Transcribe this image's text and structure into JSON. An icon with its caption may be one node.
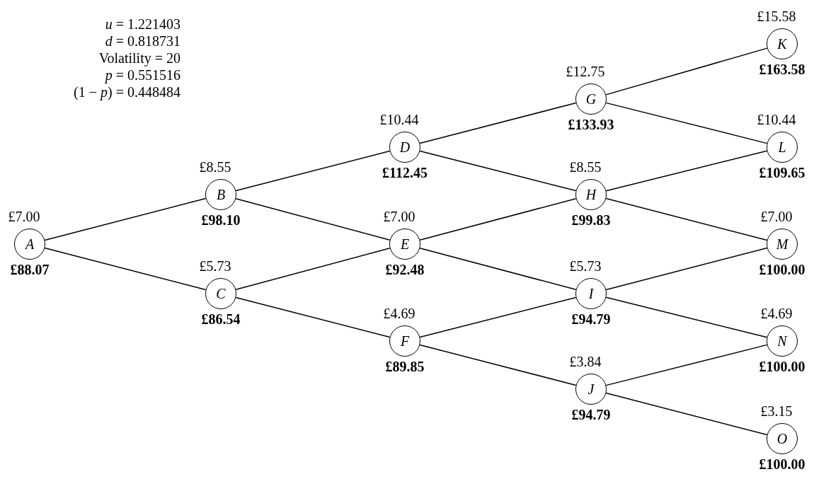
{
  "diagram": {
    "nodes": [
      {
        "text": [
          "A"
        ],
        "beside": [
          "£7.00",
          "£88.07"
        ]
      },
      {
        "text": [
          "B"
        ],
        "beside": [
          "£8.55",
          "£98.10"
        ]
      },
      {
        "text": [
          "C"
        ],
        "beside": [
          "£5.73",
          "£86.54"
        ]
      },
      {
        "text": [
          "D"
        ],
        "beside": [
          "£10.44",
          "£112.45"
        ]
      },
      {
        "text": [
          "E"
        ],
        "beside": [
          "£7.00",
          "£92.48"
        ]
      },
      {
        "text": [
          "F"
        ],
        "beside": [
          "£4.69",
          "£89.85"
        ]
      },
      {
        "text": [
          "G"
        ],
        "beside": [
          "£12.75",
          "£133.93"
        ]
      },
      {
        "text": [
          "H"
        ],
        "beside": [
          "£8.55",
          "£99.83"
        ]
      },
      {
        "text": [
          "I"
        ],
        "beside": [
          "£5.73",
          "£94.79"
        ]
      },
      {
        "text": [
          "J"
        ],
        "beside": [
          "£3.84",
          "£94.79"
        ]
      },
      {
        "text": [
          "K"
        ],
        "beside": [
          "£15.58",
          "£163.58"
        ]
      },
      {
        "text": [
          "L"
        ],
        "beside": [
          "£10.44",
          "£109.65"
        ]
      },
      {
        "text": [
          "M"
        ],
        "beside": [
          "£7.00",
          "£100.00"
        ]
      },
      {
        "text": [
          "N"
        ],
        "beside": [
          "£4.69",
          "£100.00"
        ]
      },
      {
        "text": [
          "O"
        ],
        "beside": [
          "£3.15",
          "£100.00"
        ]
      }
    ],
    "edges": [
      {
        "from": 0,
        "to": 1,
        "arrow": "none"
      },
      {
        "from": 0,
        "to": 2,
        "arrow": "none"
      },
      {
        "from": 1,
        "to": 3,
        "arrow": "none"
      },
      {
        "from": 1,
        "to": 4,
        "arrow": "none"
      },
      {
        "from": 2,
        "to": 4,
        "arrow": "none"
      },
      {
        "from": 2,
        "to": 5,
        "arrow": "none"
      },
      {
        "from": 3,
        "to": 6,
        "arrow": "none"
      },
      {
        "from": 3,
        "to": 7,
        "arrow": "none"
      },
      {
        "from": 4,
        "to": 7,
        "arrow": "none"
      },
      {
        "from": 4,
        "to": 8,
        "arrow": "none"
      },
      {
        "from": 5,
        "to": 8,
        "arrow": "none"
      },
      {
        "from": 5,
        "to": 9,
        "arrow": "none"
      },
      {
        "from": 6,
        "to": 10,
        "arrow": "none"
      },
      {
        "from": 6,
        "to": 11,
        "arrow": "none"
      },
      {
        "from": 7,
        "to": 11,
        "arrow": "none"
      },
      {
        "from": 7,
        "to": 12,
        "arrow": "none"
      },
      {
        "from": 8,
        "to": 12,
        "arrow": "none"
      },
      {
        "from": 8,
        "to": 13,
        "arrow": "none"
      },
      {
        "from": 9,
        "to": 13,
        "arrow": "none"
      },
      {
        "from": 9,
        "to": 14,
        "arrow": "none"
      }
    ],
    "labels": [
      "*u* = 1.221403",
      "*d* = 0.818731",
      "Volatility = 20",
      "*p* = 0.551516",
      "(1 − *p*) = 0.448484"
    ]
  }
}
